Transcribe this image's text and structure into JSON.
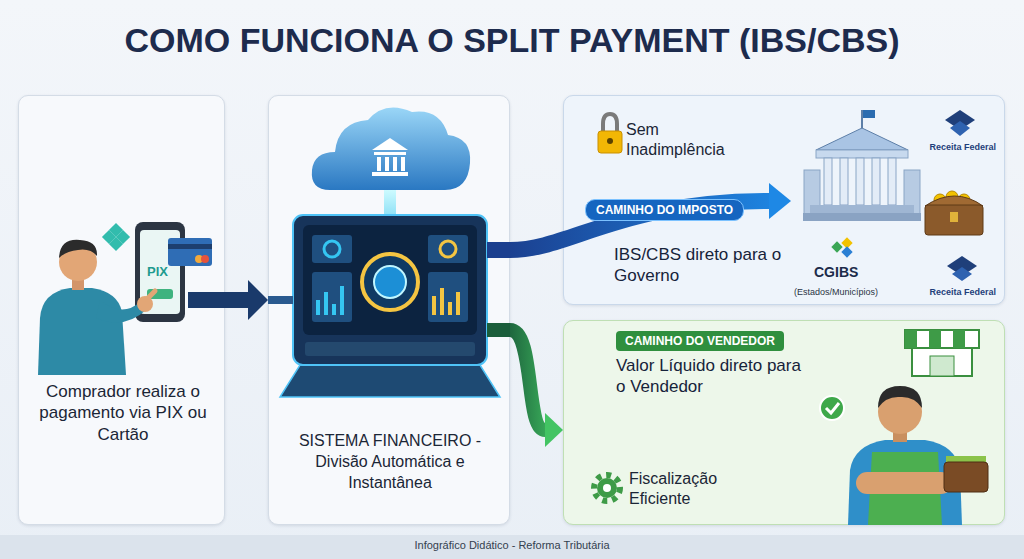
{
  "diagram": {
    "title": "COMO FUNCIONA O SPLIT PAYMENT (IBS/CBS)",
    "caption": "Infográfico Didático - Reforma Tributária",
    "nodes": [
      {
        "text": [
          "Comprador realiza o pagamento via PIX ou Cartão"
        ]
      },
      {
        "text": [
          "SISTEMA FINANCEIRO - Divisão Automática e Instantânea"
        ]
      },
      {
        "text": [
          "Sem Inadimplência",
          "IBS/CBS direto para o Governo"
        ]
      },
      {
        "text": [
          "Receita Federal",
          "CGIBS",
          "(Estados/Municípios)",
          "Receita Federal"
        ],
        "in": 2
      },
      {
        "text": [
          "CAMINHO DO VENDEDOR",
          "Valor Líquido direto para o Vendedor",
          "Fiscalização Eficiente"
        ]
      }
    ],
    "edges": [
      {
        "from": 0,
        "to": 1,
        "arrow": "to"
      },
      {
        "from": 1,
        "to": 3,
        "label": "CAMINHO DO IMPOSTO",
        "arrow": "to"
      },
      {
        "from": 1,
        "to": 4,
        "arrow": "to"
      }
    ],
    "labels": [
      "PIX"
    ]
  }
}
